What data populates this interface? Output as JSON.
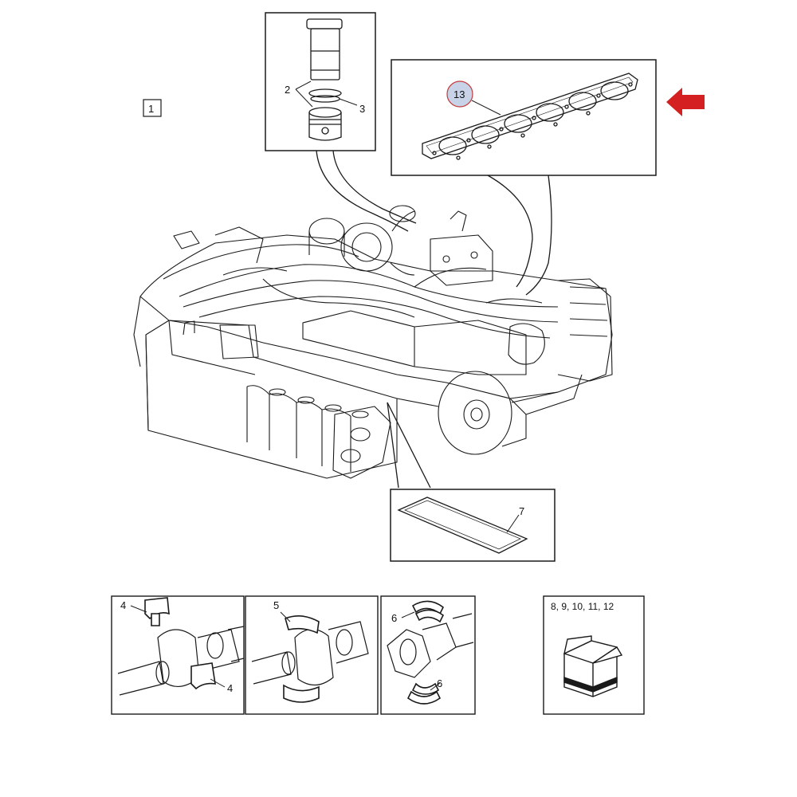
{
  "page_marker": "1",
  "callouts": {
    "liner_kit": {
      "label_2": "2",
      "label_3": "3"
    },
    "head_gasket": {
      "label_13": "13",
      "highlight_color": "#c9d3e8"
    },
    "oil_pan_gasket": {
      "label_7": "7"
    },
    "main_bearings": {
      "label_4_top": "4",
      "label_4_bottom": "4"
    },
    "conrod_bearings": {
      "label_5": "5"
    },
    "thrust_washers": {
      "label_6_top": "6",
      "label_6_bottom": "6"
    },
    "kit_box": {
      "label": "8, 9, 10, 11, 12"
    }
  },
  "colors": {
    "arrow": "#d42020",
    "line": "#1a1a1a",
    "bg": "#ffffff"
  },
  "icons": [
    "red-arrow-icon",
    "box-icon"
  ]
}
